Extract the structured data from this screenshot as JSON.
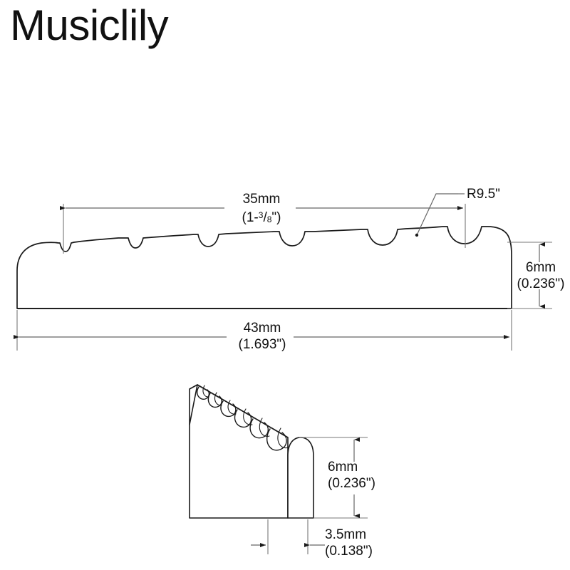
{
  "brand": {
    "name": "Musiclily"
  },
  "drawing": {
    "title_view_top": "guitar-nut-side-profile",
    "title_view_bottom": "guitar-nut-perspective",
    "line_color": "#1a1a1a",
    "dimension_color": "#555555",
    "background": "#ffffff",
    "string_slot_count": 6
  },
  "dimensions": {
    "width_top": {
      "metric": "35mm",
      "imperial_whole": "(1-",
      "imperial_num": "3",
      "imperial_den": "8",
      "imperial_tail": "\")",
      "imperial_plain": "(1-3/8\")"
    },
    "radius": {
      "label": "R9.5\""
    },
    "height_side": {
      "metric": "6mm",
      "imperial": "(0.236\")"
    },
    "width_base": {
      "metric": "43mm",
      "imperial": "(1.693\")"
    },
    "height_persp": {
      "metric": "6mm",
      "imperial": "(0.236\")"
    },
    "thickness": {
      "metric": "3.5mm",
      "imperial": "(0.138\")"
    }
  }
}
